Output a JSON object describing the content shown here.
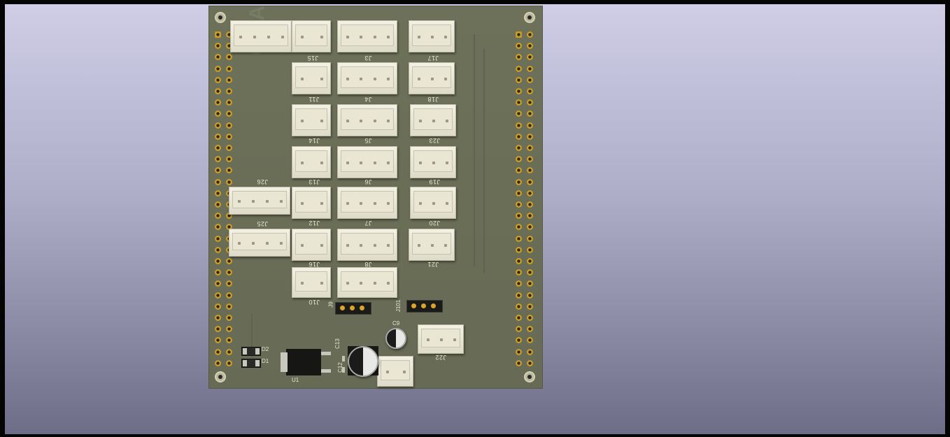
{
  "viewer": {
    "background_color": "#aeadc8"
  },
  "board": {
    "silkscreen_text": "CDAS CNC",
    "connectors": [
      {
        "ref": "J15"
      },
      {
        "ref": "J3"
      },
      {
        "ref": "J17"
      },
      {
        "ref": "J11"
      },
      {
        "ref": "J4"
      },
      {
        "ref": "J18"
      },
      {
        "ref": "J14"
      },
      {
        "ref": "J5"
      },
      {
        "ref": "J23"
      },
      {
        "ref": "J13"
      },
      {
        "ref": "J6"
      },
      {
        "ref": "J19"
      },
      {
        "ref": "J26"
      },
      {
        "ref": "J12"
      },
      {
        "ref": "J7"
      },
      {
        "ref": "J20"
      },
      {
        "ref": "J25"
      },
      {
        "ref": "J16"
      },
      {
        "ref": "J8"
      },
      {
        "ref": "J21"
      },
      {
        "ref": "J10"
      },
      {
        "ref": "J22"
      },
      {
        "ref": "J9"
      },
      {
        "ref": "J101"
      }
    ],
    "parts": {
      "d2": "D2",
      "d1": "D1",
      "u1": "U1",
      "c13": "C13",
      "c12": "C12",
      "c9": "C9"
    }
  }
}
